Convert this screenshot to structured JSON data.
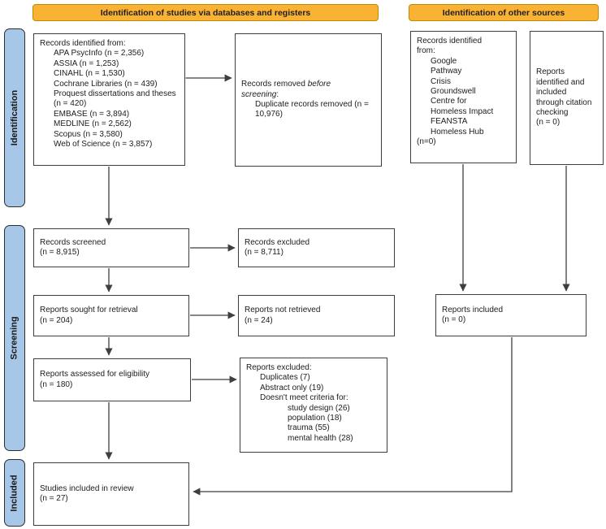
{
  "headers": {
    "databases": "Identification of studies via databases and registers",
    "other_sources": "Identification of other sources"
  },
  "sidebars": {
    "identification": "Identification",
    "screening": "Screening",
    "included": "Included"
  },
  "boxes": {
    "records_identified_databases": {
      "title": "Records identified from:",
      "lines": [
        {
          "text": "APA PsycInfo (n = 2,356)",
          "indent": 1
        },
        {
          "text": "ASSIA (n = 1,253)",
          "indent": 1
        },
        {
          "text": "CINAHL (n = 1,530)",
          "indent": 1
        },
        {
          "text": "Cochrane Libraries (n = 439)",
          "indent": 1
        },
        {
          "text": "Proquest dissertations and theses (n = 420)",
          "indent": 1
        },
        {
          "text": "EMBASE (n = 3,894)",
          "indent": 1
        },
        {
          "text": "MEDLINE (n = 2,562)",
          "indent": 1
        },
        {
          "text": "Scopus (n = 3,580)",
          "indent": 1
        },
        {
          "text": "Web of Science (n = 3,857)",
          "indent": 1
        }
      ]
    },
    "records_removed": {
      "title_prefix": "Records removed ",
      "title_italic": "before screening",
      "title_suffix": ":",
      "lines": [
        {
          "text": "Duplicate records removed (n = 10,976)",
          "indent": 1
        }
      ]
    },
    "records_identified_other": {
      "lines": [
        "Records identified",
        "from:",
        {
          "text": "Google",
          "indent": 1
        },
        {
          "text": "Pathway",
          "indent": 1
        },
        {
          "text": "Crisis",
          "indent": 1
        },
        {
          "text": "Groundswell",
          "indent": 1
        },
        {
          "text": "Centre for",
          "indent": 1
        },
        {
          "text": "Homeless Impact",
          "indent": 1
        },
        {
          "text": "FEANSTA",
          "indent": 1
        },
        {
          "text": "Homeless Hub",
          "indent": 1
        },
        "(n=0)"
      ]
    },
    "reports_citation": {
      "lines": [
        "Reports",
        "identified and",
        "included",
        "through citation",
        "checking",
        "(n = 0)"
      ]
    },
    "records_screened": {
      "lines": [
        "Records screened",
        "(n = 8,915)"
      ]
    },
    "records_excluded": {
      "lines": [
        "Records excluded",
        "(n = 8,711)"
      ]
    },
    "reports_sought": {
      "lines": [
        "Reports sought for retrieval",
        "(n = 204)"
      ]
    },
    "reports_not_retrieved": {
      "lines": [
        "Reports not retrieved",
        "(n = 24)"
      ]
    },
    "reports_included": {
      "lines": [
        "Reports included",
        "(n = 0)"
      ]
    },
    "reports_assessed": {
      "lines": [
        "Reports assessed for eligibility",
        "(n = 180)"
      ]
    },
    "reports_excluded": {
      "title": "Reports excluded:",
      "lines": [
        {
          "text": "Duplicates (7)",
          "indent": 1
        },
        {
          "text": "Abstract only (19)",
          "indent": 1
        },
        {
          "text": "Doesn't meet criteria for:",
          "indent": 1
        },
        {
          "text": "study design (26)",
          "indent": 2
        },
        {
          "text": "population (18)",
          "indent": 2
        },
        {
          "text": "trauma (55)",
          "indent": 2
        },
        {
          "text": "mental health (28)",
          "indent": 2
        }
      ]
    },
    "studies_included": {
      "lines": [
        "Studies included in review",
        "(n = 27)"
      ]
    }
  },
  "colors": {
    "header_fill": "#F9B233",
    "header_border": "#C08A00",
    "sidebar_fill": "#A7C7E8",
    "box_border": "#3D3D3D",
    "arrow": "#3F3F3F"
  }
}
